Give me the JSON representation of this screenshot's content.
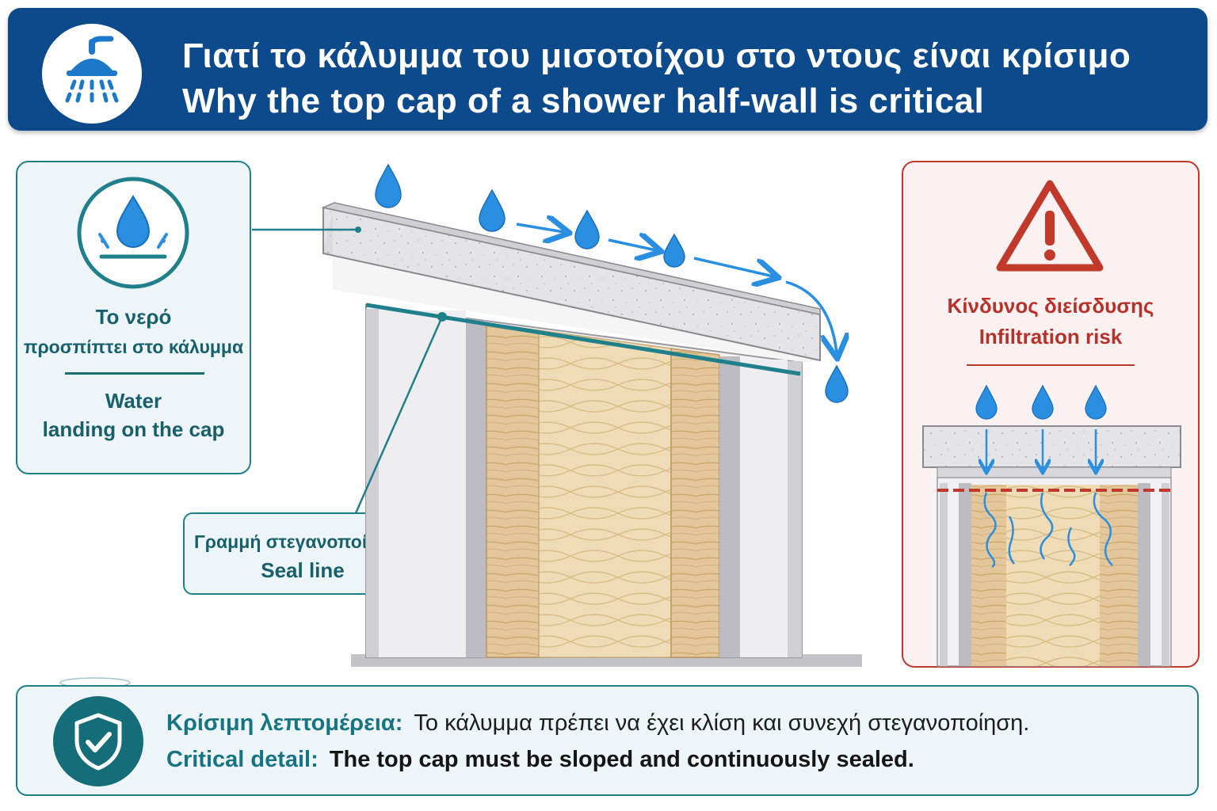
{
  "header": {
    "icon": "shower-head-icon",
    "title_gr": "Γιατί το κάλυμμα του μισοτοίχου στο ντους είναι κρίσιμο",
    "title_en": "Why the top cap of a shower half-wall is critical"
  },
  "left_panel": {
    "icon": "water-drop-splash-icon",
    "text_gr_line1": "Το νερό",
    "text_gr_line2": "προσπίπτει στο κάλυμμα",
    "text_en_line1": "Water",
    "text_en_line2": "landing on the cap"
  },
  "seal_label": {
    "text_gr": "Γραμμή στεγανοποίησης",
    "text_en": "Seal line"
  },
  "right_panel": {
    "icon": "warning-triangle-icon",
    "text_gr": "Κίνδυνος διείσδυσης",
    "text_en": "Infiltration risk"
  },
  "footer": {
    "icon": "shield-check-icon",
    "label_gr": "Κρίσιμη λεπτομέρεια:",
    "text_gr": "Το κάλυμμα πρέπει να έχει κλίση και συνεχή στεγανοποίηση.",
    "label_en": "Critical detail:",
    "text_en": "The top cap must be sloped and continuously sealed."
  },
  "colors": {
    "header_blue": "#0d4a8c",
    "teal": "#1f7f8a",
    "water_blue": "#2a8fe0",
    "warning_red": "#c0392b",
    "wood": "#e3c79a",
    "insulation": "#efdcb6"
  }
}
